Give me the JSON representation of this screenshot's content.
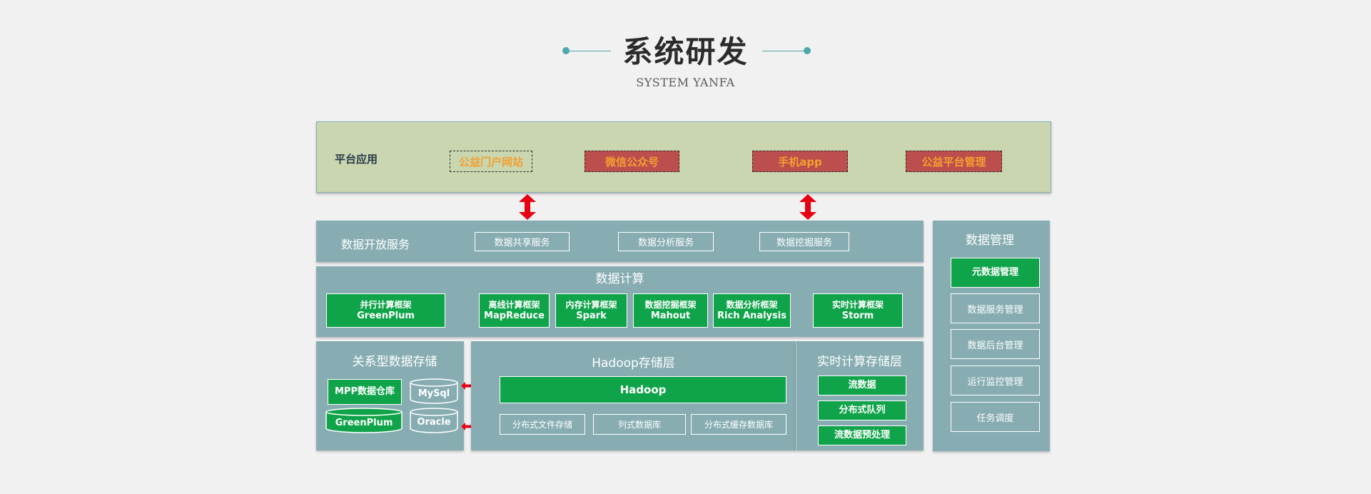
{
  "header": {
    "title": "系统研发",
    "subtitle": "SYSTEM YANFA"
  },
  "platform": {
    "label": "平台应用",
    "apps": [
      "公益门户网站",
      "微信公众号",
      "手机app",
      "公益平台管理"
    ]
  },
  "data_open_service": {
    "label": "数据开放服务",
    "services": [
      "数据共享服务",
      "数据分析服务",
      "数据挖掘服务"
    ]
  },
  "data_compute": {
    "label": "数据计算",
    "frameworks": [
      {
        "name": "并行计算框架",
        "tech": "GreenPlum"
      },
      {
        "name": "离线计算框架",
        "tech": "MapReduce"
      },
      {
        "name": "内存计算框架",
        "tech": "Spark"
      },
      {
        "name": "数据挖掘框架",
        "tech": "Mahout"
      },
      {
        "name": "数据分析框架",
        "tech": "Rich Analysis"
      },
      {
        "name": "实时计算框架",
        "tech": "Storm"
      }
    ]
  },
  "relational_storage": {
    "label": "关系型数据存储",
    "mpp": "MPP数据仓库",
    "greenplum": "GreenPlum",
    "mysql": "MySql",
    "oracle": "Oracle"
  },
  "hadoop_storage": {
    "label": "Hadoop存储层",
    "hadoop": "Hadoop",
    "items": [
      "分布式文件存储",
      "列式数据库",
      "分布式缓存数据库"
    ]
  },
  "realtime_storage": {
    "label": "实时计算存储层",
    "items": [
      "流数据",
      "分布式队列",
      "流数据预处理"
    ]
  },
  "data_management": {
    "label": "数据管理",
    "items": [
      "元数据管理",
      "数据服务管理",
      "数据后台管理",
      "运行监控管理",
      "任务调度"
    ]
  },
  "colors": {
    "accent": "#4fa6ab",
    "platform_bg": "#c9d6b0",
    "panel_bg": "#87adb2",
    "green": "#10a44a",
    "app_red": "#bd4e4e",
    "app_text": "#f2a030",
    "arrow_red": "#e60012"
  }
}
